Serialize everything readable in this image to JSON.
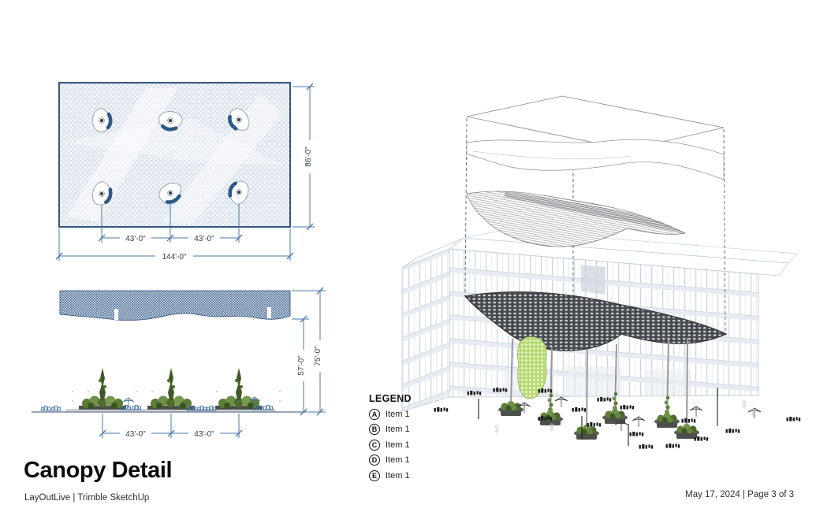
{
  "page": {
    "title": "Canopy Detail",
    "footer_left": "LayOutLive  |  Trimble SketchUp",
    "footer_right": "May 17, 2024  |  Page 3 of 3"
  },
  "plan": {
    "bay1": "43'-0\"",
    "bay2": "43'-0\"",
    "overall_width": "144'-0\"",
    "depth": "86'-0\""
  },
  "elevation": {
    "clear_height": "57'-0\"",
    "overall_height": "75'-0\"",
    "bay1": "43'-0\"",
    "bay2": "43'-0\""
  },
  "legend": {
    "title": "LEGEND",
    "items": [
      {
        "key": "A",
        "label": "Item 1"
      },
      {
        "key": "B",
        "label": "Item 1"
      },
      {
        "key": "C",
        "label": "Item 1"
      },
      {
        "key": "D",
        "label": "Item 1"
      },
      {
        "key": "E",
        "label": "Item 1"
      }
    ]
  },
  "colors": {
    "dimension_blue": "#4a78ab",
    "hatch_navy": "#2f5582",
    "canopy_dark": "#46494d",
    "building_line": "#c9d3e0",
    "foliage_green": "#5f7e37",
    "trellis_green": "#b9da74"
  }
}
